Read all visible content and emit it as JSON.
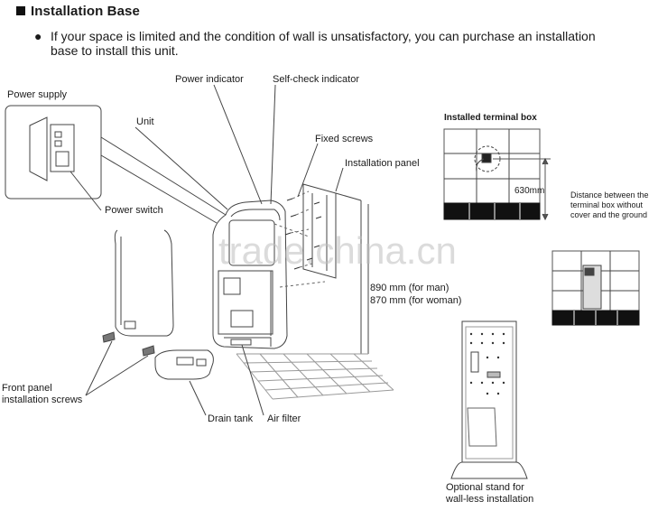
{
  "heading": "Installation Base",
  "intro": {
    "bullet": "●",
    "line1": "If your space is limited and the condition of wall is unsatisfactory, you can purchase an installation",
    "line2": "base to install this unit."
  },
  "labels": {
    "power_supply": "Power supply",
    "unit": "Unit",
    "power_indicator": "Power indicator",
    "self_check_indicator": "Self-check indicator",
    "fixed_screws": "Fixed screws",
    "installation_panel": "Installation panel",
    "power_switch": "Power switch",
    "front_panel_screws_line1": "Front panel",
    "front_panel_screws_line2": "installation screws",
    "drain_tank": "Drain tank",
    "air_filter": "Air filter"
  },
  "heights": {
    "man": "890 mm (for man)",
    "woman": "870 mm (for woman)"
  },
  "terminal_box": {
    "title": "Installed terminal box",
    "distance_value": "630mm",
    "distance_line1": "Distance between the",
    "distance_line2": "terminal box without",
    "distance_line3": "cover and the ground"
  },
  "stand": {
    "caption_line1": "Optional stand for",
    "caption_line2": "wall-less installation"
  },
  "watermark": "trade.china.cn"
}
